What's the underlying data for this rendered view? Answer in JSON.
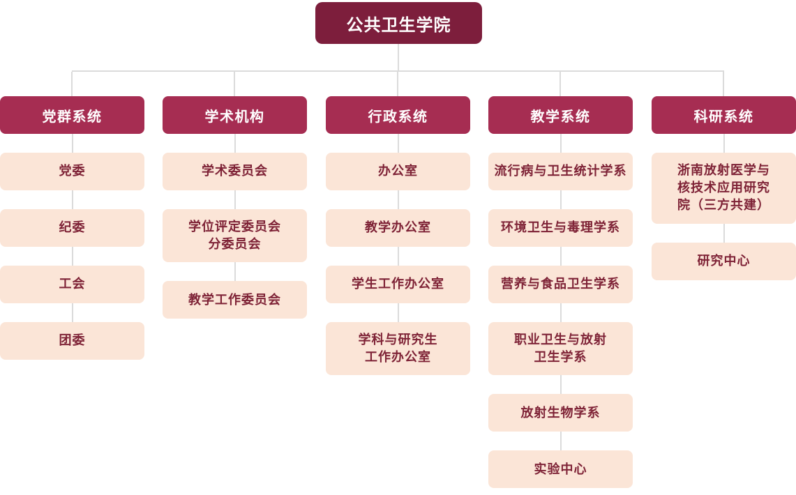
{
  "chart": {
    "type": "org-chart",
    "root_label": "公共卫生学院",
    "columns": [
      {
        "header": "党群系统",
        "items": [
          "党委",
          "纪委",
          "工会",
          "团委"
        ]
      },
      {
        "header": "学术机构",
        "items": [
          "学术委员会",
          "学位评定委员会\n分委员会",
          "教学工作委员会"
        ]
      },
      {
        "header": "行政系统",
        "items": [
          "办公室",
          "教学办公室",
          "学生工作办公室",
          "学科与研究生\n工作办公室"
        ]
      },
      {
        "header": "教学系统",
        "items": [
          "流行病与卫生统计学系",
          "环境卫生与毒理学系",
          "营养与食品卫生学系",
          "职业卫生与放射\n卫生学系",
          "放射生物学系",
          "实验中心"
        ]
      },
      {
        "header": "科研系统",
        "items": [
          "浙南放射医学与\n核技术应用研究\n院（三方共建）",
          "研究中心"
        ]
      }
    ],
    "colors": {
      "root_bg": "#7D1E3C",
      "header_bg": "#A62D52",
      "node_bg": "#FBE5D7",
      "node_text": "#7E2236",
      "text_on_dark": "#FFFFFF",
      "connector": "#DBDBDB",
      "background": "#FFFFFF"
    }
  }
}
